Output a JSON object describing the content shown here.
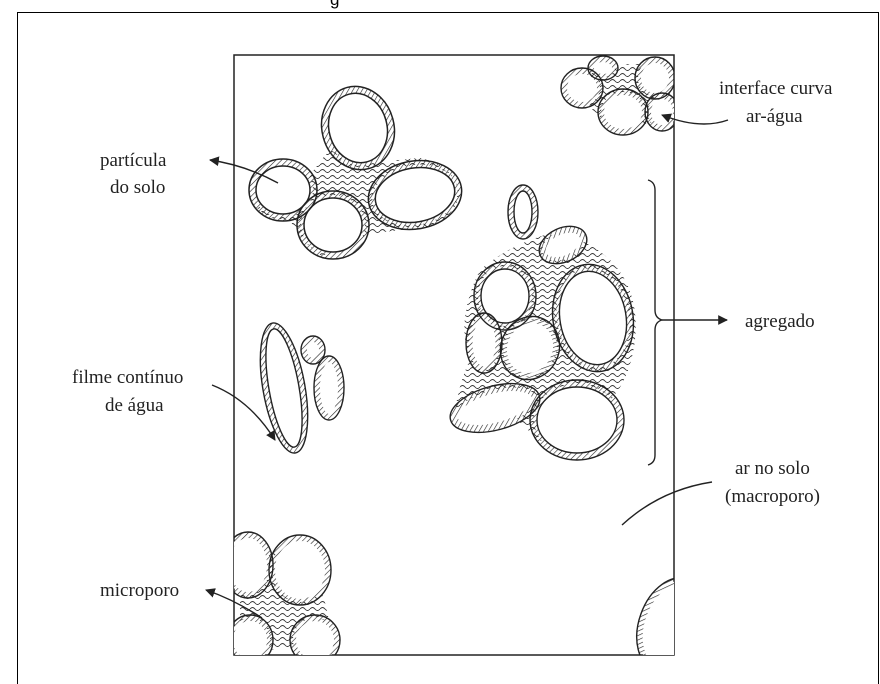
{
  "caption_partial": "g",
  "labels": {
    "particula_line1": "partícula",
    "particula_line2": "do solo",
    "interface_line1": "interface curva",
    "interface_line2": "ar-água",
    "agregado": "agregado",
    "filme_line1": "filme contínuo",
    "filme_line2": "de água",
    "ar_line1": "ar no solo",
    "ar_line2": "(macroporo)",
    "microporo": "microporo"
  }
}
